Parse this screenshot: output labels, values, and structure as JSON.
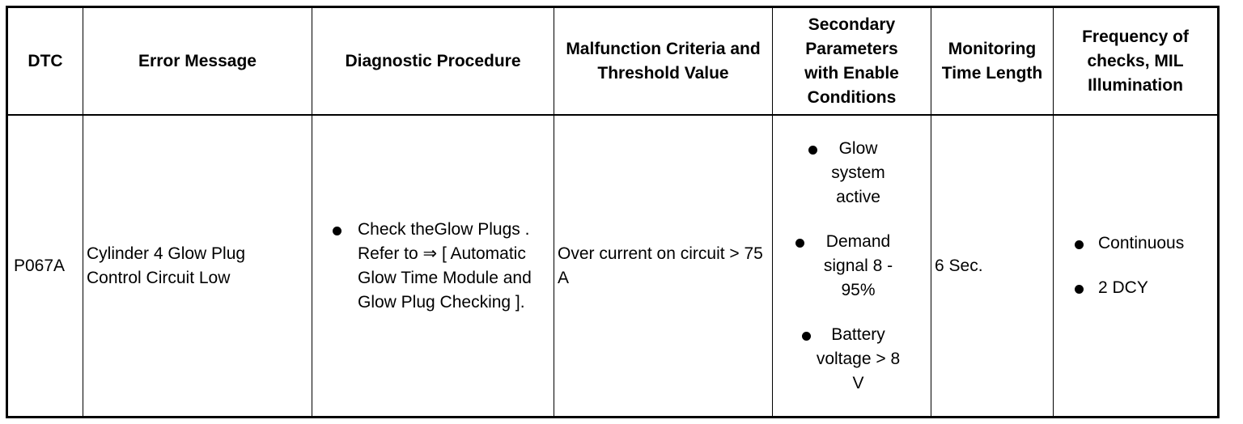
{
  "headers": [
    "DTC",
    "Error Message",
    "Diagnostic Procedure",
    "Malfunction Criteria and Threshold Value",
    "Secondary Parameters with Enable Conditions",
    "Monitoring Time Length",
    "Frequency of checks, MIL Illumination"
  ],
  "row": {
    "dtc": "P067A",
    "error_message": "Cylinder 4 Glow Plug Control Circuit Low",
    "diagnostic_procedure": [
      "Check theGlow Plugs . Refer to ⇒ [ Automatic Glow Time Module and Glow Plug Checking ]."
    ],
    "malfunction_criteria": "Over current on circuit > 75 A",
    "secondary_parameters": [
      "Glow system active",
      "Demand signal 8 - 95%",
      "Battery voltage > 8 V"
    ],
    "monitoring_time": "6 Sec.",
    "frequency": [
      "Continuous",
      "2 DCY"
    ]
  }
}
